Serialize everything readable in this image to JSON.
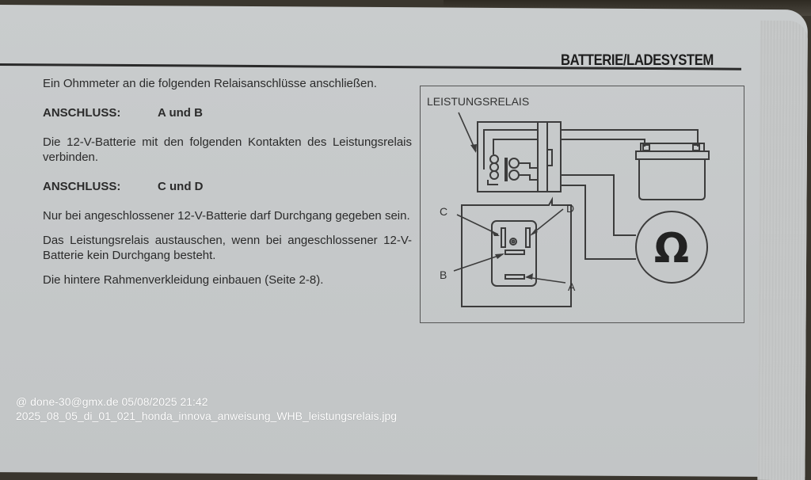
{
  "header": {
    "section_title": "BATTERIE/LADESYSTEM"
  },
  "instructions": {
    "intro": "Ein Ohmmeter an die folgenden Relaisanschlüsse anschließen.",
    "connection_1": {
      "label": "ANSCHLUSS:",
      "value": "A und B"
    },
    "step_2": "Die 12-V-Batterie mit den folgenden Kontakten des Leistungsrelais verbinden.",
    "connection_2": {
      "label": "ANSCHLUSS:",
      "value": "C und D"
    },
    "note_continuity": "Nur bei angeschlossener 12-V-Batterie darf Durchgang gegeben sein.",
    "replace_note": "Das Leistungsrelais austauschen, wenn bei angeschlossener 12-V-Batterie kein Durchgang besteht.",
    "final_step": "Die hintere Rahmenverkleidung einbauen (Seite 2-8)."
  },
  "diagram": {
    "relay_label": "LEISTUNGSRELAIS",
    "terminal_labels": {
      "A": "A",
      "B": "B",
      "C": "C",
      "D": "D"
    },
    "ohmmeter_symbol": "Ω",
    "components": [
      "relay-coil-icon",
      "battery-icon",
      "ohmmeter-icon",
      "connector-icon"
    ]
  },
  "watermark": {
    "line1": "@ done-30@gmx.de  05/08/2025 21:42",
    "line2": "2025_08_05_di_01_021_honda_innova_anweisung_WHB_leistungsrelais.jpg"
  },
  "colors": {
    "paper": "#c7cacb",
    "ink": "#2b2b2b",
    "line": "#3c3c3c",
    "background": "#3a362e",
    "overlay_text": "#ffffff"
  }
}
